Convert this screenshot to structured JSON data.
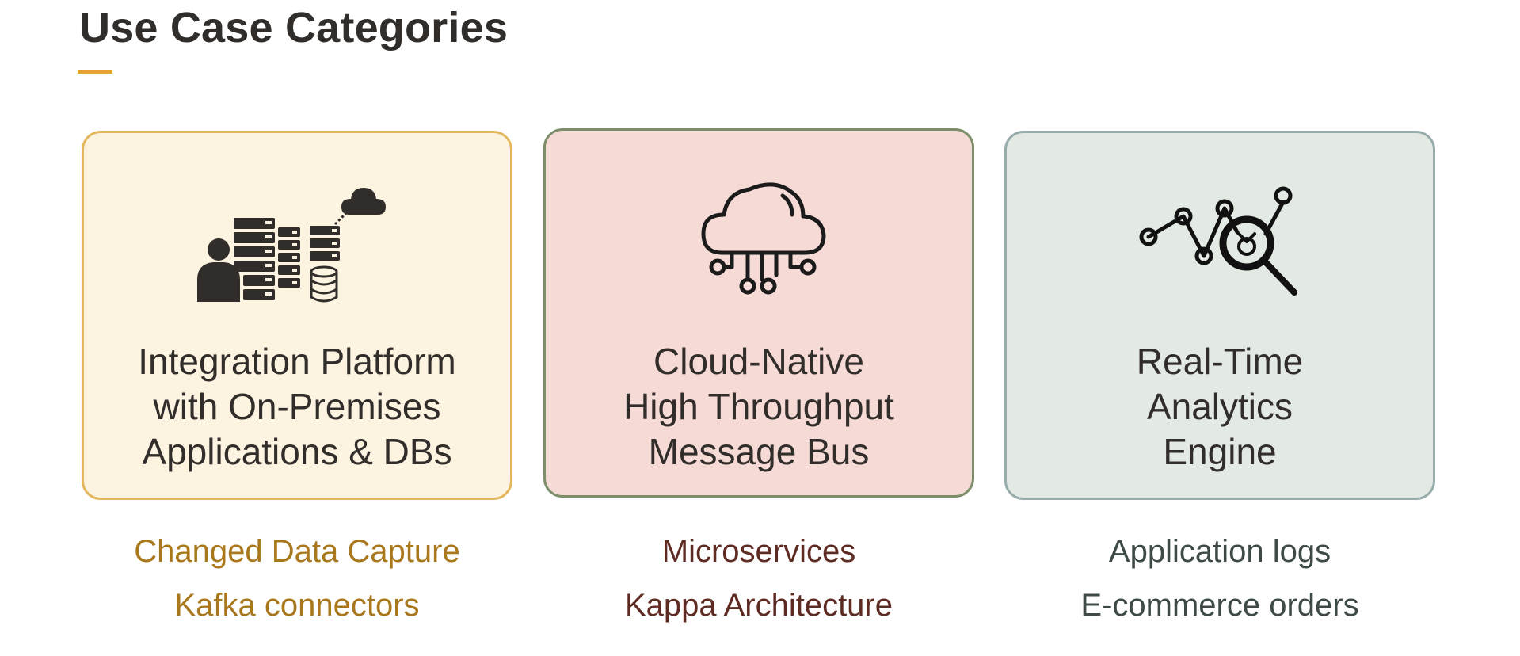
{
  "header": {
    "title": "Use Case Categories"
  },
  "colors": {
    "accent": "#e6a335",
    "card1_bg": "#fdf3e1",
    "card2_bg": "#f6dad6",
    "card3_bg": "#e3e9e3"
  },
  "cards": [
    {
      "icon": "servers-user-cloud-icon",
      "label_lines": [
        "Integration Platform",
        "with On-Premises",
        "Applications & DBs"
      ],
      "examples": [
        "Changed Data Capture",
        "Kafka connectors"
      ]
    },
    {
      "icon": "cloud-circuit-icon",
      "label_lines": [
        "Cloud-Native",
        "High Throughput",
        "Message Bus"
      ],
      "examples": [
        "Microservices",
        "Kappa Architecture"
      ]
    },
    {
      "icon": "analytics-magnifier-icon",
      "label_lines": [
        "Real-Time",
        "Analytics",
        "Engine"
      ],
      "examples": [
        "Application logs",
        "E-commerce orders"
      ]
    }
  ]
}
